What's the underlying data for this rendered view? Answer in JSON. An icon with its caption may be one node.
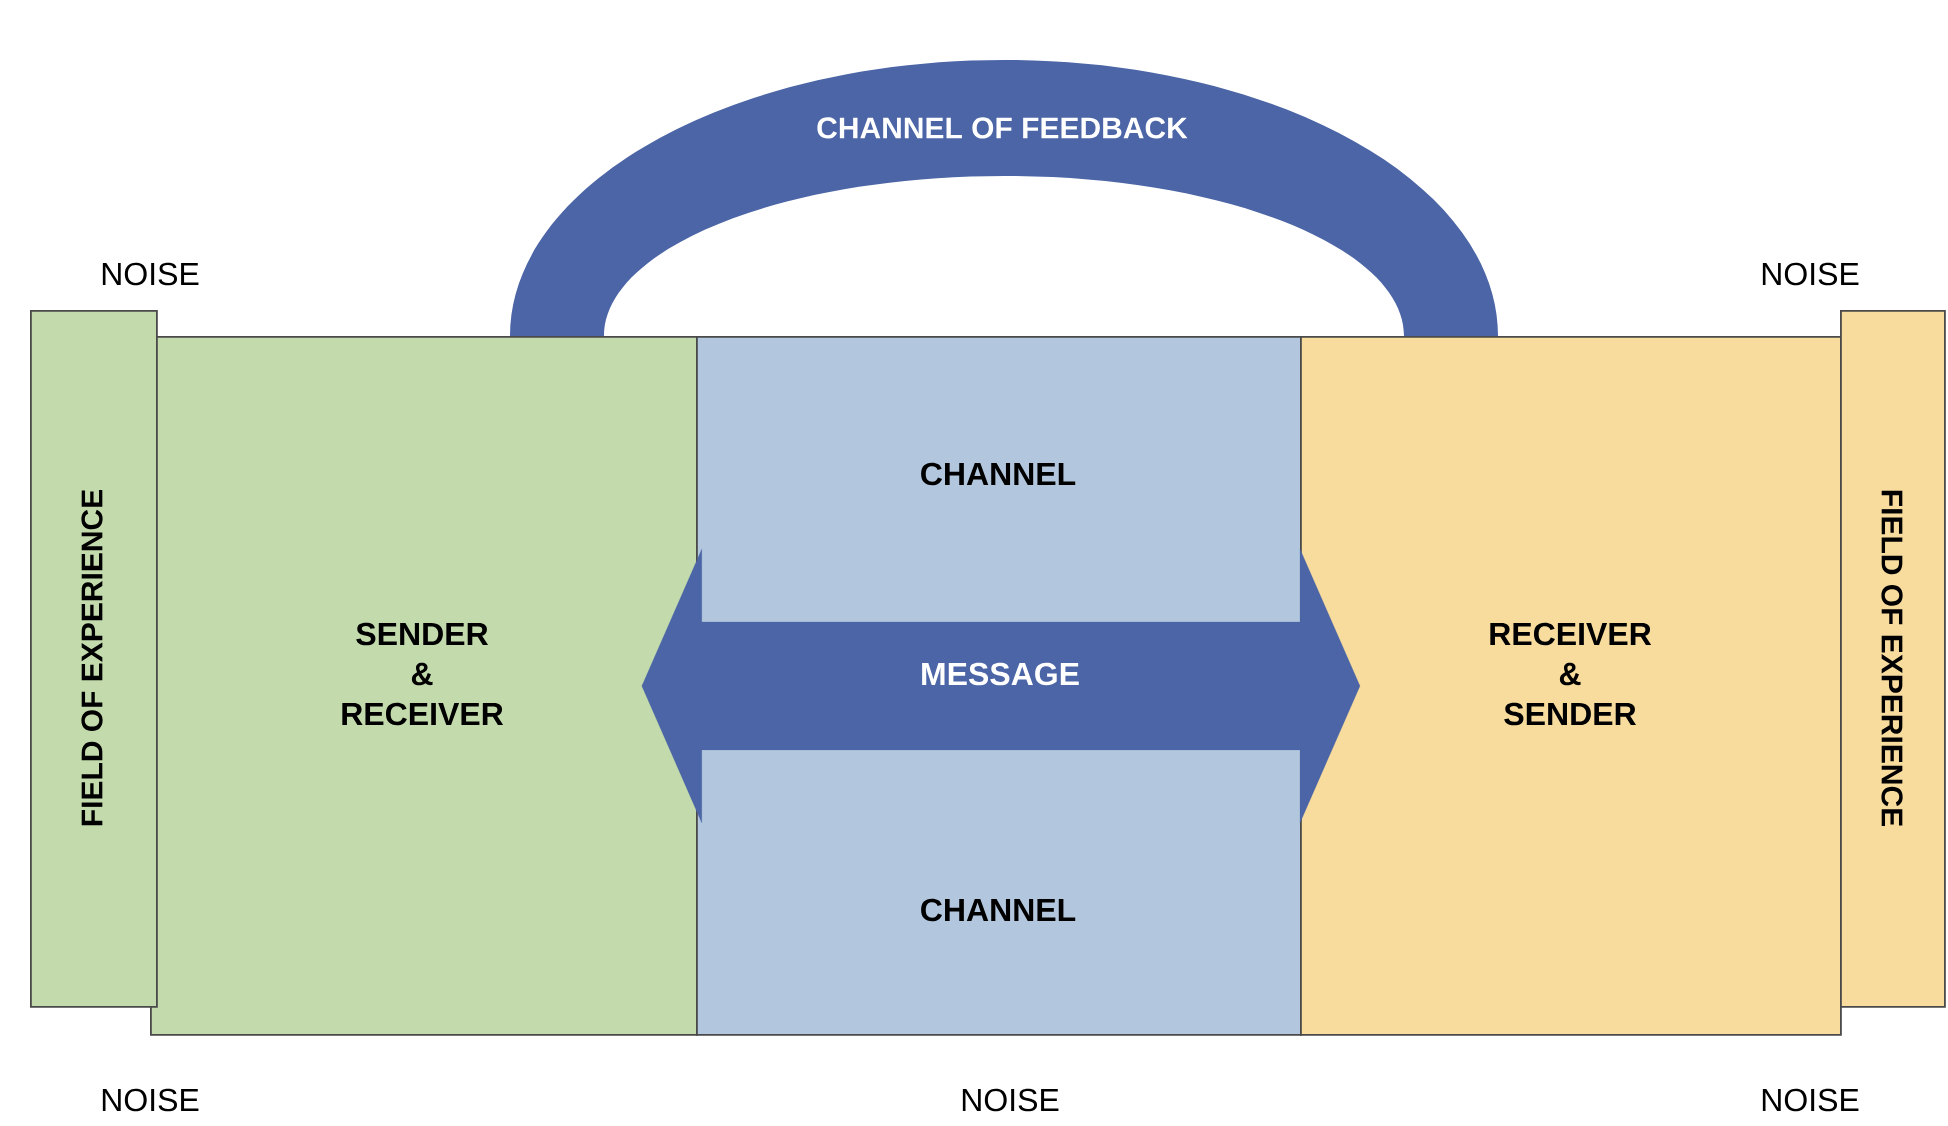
{
  "diagram": {
    "nodes": [
      {
        "text": [
          "CHANNEL OF FEEDBACK"
        ]
      },
      {
        "text": [
          "FIELD OF EXPERIENCE"
        ]
      },
      {
        "text": [
          "SENDER & RECEIVER"
        ]
      },
      {
        "text": [
          "CHANNEL",
          "CHANNEL"
        ]
      },
      {
        "text": [
          "RECEIVER & SENDER"
        ]
      },
      {
        "text": [
          "FIELD OF EXPERIENCE"
        ]
      }
    ],
    "edges": [
      {
        "from": 2,
        "to": 4,
        "arrow": "both",
        "label": "MESSAGE",
        "style": "thick"
      }
    ],
    "labels": [
      "NOISE",
      "NOISE",
      "NOISE",
      "NOISE",
      "NOISE"
    ]
  }
}
